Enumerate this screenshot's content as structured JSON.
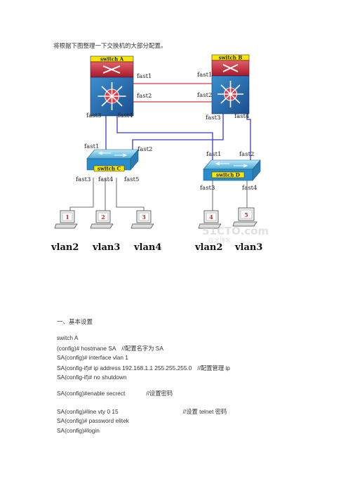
{
  "intro": "将根据下图整理一下交换机的大部分配置。",
  "diagram": {
    "switch_a": "switch A",
    "switch_b": "switch B",
    "switch_c": "switch C",
    "switch_d": "switch D",
    "ports": {
      "a_fast1": "fast1",
      "a_fast2": "fast2",
      "a_fast3": "fast3",
      "a_fast4": "fast4",
      "b_fast1": "fast1",
      "b_fast2": "fast2",
      "b_fast3": "fast3",
      "b_fast4": "fast4",
      "c_fast1": "fast1",
      "c_fast2": "fast2",
      "c_fast3": "fast3",
      "c_fast4": "fast4",
      "c_fast5": "fast5",
      "d_fast1": "fast1",
      "d_fast2": "fast2",
      "d_fast3": "fast3",
      "d_fast4": "fast4"
    },
    "pcs": [
      "1",
      "2",
      "3",
      "4",
      "5"
    ],
    "vlans": [
      "vlan2",
      "vlan3",
      "vlan4",
      "vlan2",
      "vlan3"
    ],
    "watermark": "51CTO.com",
    "watermark_sub": "技术博客",
    "watermark_blog": "Blog"
  },
  "section_heading": "一、基本设置",
  "config_lines": [
    {
      "cmd": "switch  A",
      "comment": ""
    },
    {
      "cmd": "(config)#  hostmane   SA",
      "comment": "//配置名字为 SA"
    },
    {
      "cmd": "SA(config)#  interface  vlan  1",
      "comment": ""
    },
    {
      "cmd": "SA(config-if)#  ip  address   192.168.1.1  255.255.255.0",
      "comment": "//配置管理 ip"
    },
    {
      "cmd": "SA(config-if)#  no  shutdown",
      "comment": ""
    },
    {
      "cmd": "SA(config)#enable  secrect",
      "comment": "//设置密码"
    },
    {
      "cmd": "SA(config)#line  vty  0  15",
      "comment": "//设置 telnet 密码"
    },
    {
      "cmd": "SA(config)#  password  elitek",
      "comment": ""
    },
    {
      "cmd": "SA(config)#login",
      "comment": ""
    }
  ]
}
